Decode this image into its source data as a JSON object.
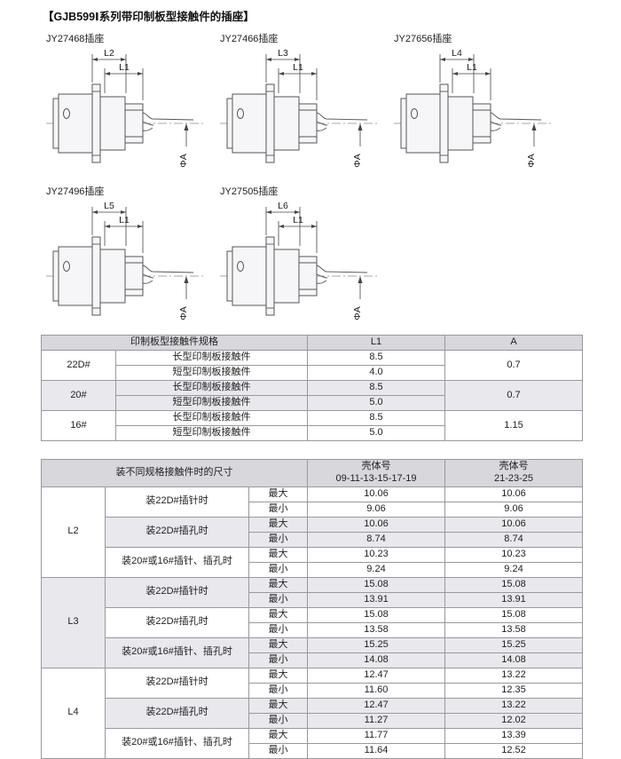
{
  "page": {
    "title": "【GJB599Ⅰ系列带印制板型接触件的插座】"
  },
  "diagrams": [
    {
      "label": "JY27468插座",
      "dim_outer": "L2",
      "dim_inner": "L1",
      "phi": "ΦA"
    },
    {
      "label": "JY27466插座",
      "dim_outer": "L3",
      "dim_inner": "L1",
      "phi": "ΦA"
    },
    {
      "label": "JY27656插座",
      "dim_outer": "L4",
      "dim_inner": "L1",
      "phi": "ΦA"
    },
    {
      "label": "JY27496插座",
      "dim_outer": "L5",
      "dim_inner": "L1",
      "phi": "ΦA"
    },
    {
      "label": "JY27505插座",
      "dim_outer": "L6",
      "dim_inner": "L1",
      "phi": "ΦA"
    }
  ],
  "spec_table": {
    "headers": {
      "spec": "印制板型接触件规格",
      "l1": "L1",
      "a": "A"
    },
    "groups": [
      {
        "size": "22D#",
        "a": "0.7",
        "rows": [
          {
            "type": "长型印制板接触件",
            "l1": "8.5"
          },
          {
            "type": "短型印制板接触件",
            "l1": "4.0"
          }
        ]
      },
      {
        "size": "20#",
        "a": "0.7",
        "rows": [
          {
            "type": "长型印制板接触件",
            "l1": "8.5"
          },
          {
            "type": "短型印制板接触件",
            "l1": "5.0"
          }
        ]
      },
      {
        "size": "16#",
        "a": "1.15",
        "rows": [
          {
            "type": "长型印制板接触件",
            "l1": "8.5"
          },
          {
            "type": "短型印制板接触件",
            "l1": "5.0"
          }
        ]
      }
    ]
  },
  "dim_table": {
    "headers": {
      "title": "装不同规格接触件时的尺寸",
      "shell_a_line1": "壳体号",
      "shell_a_line2": "09-11-13-15-17-19",
      "shell_b_line1": "壳体号",
      "shell_b_line2": "21-23-25"
    },
    "max_label": "最大",
    "min_label": "最小",
    "groups": [
      {
        "dim": "L2",
        "subgroups": [
          {
            "label": "装22D#插针时",
            "max": [
              "10.06",
              "10.06"
            ],
            "min": [
              "9.06",
              "9.06"
            ]
          },
          {
            "label": "装22D#插孔时",
            "max": [
              "10.06",
              "10.06"
            ],
            "min": [
              "8.74",
              "8.74"
            ]
          },
          {
            "label": "装20#或16#插针、插孔时",
            "max": [
              "10.23",
              "10.23"
            ],
            "min": [
              "9.24",
              "9.24"
            ]
          }
        ]
      },
      {
        "dim": "L3",
        "subgroups": [
          {
            "label": "装22D#插针时",
            "max": [
              "15.08",
              "15.08"
            ],
            "min": [
              "13.91",
              "13.91"
            ]
          },
          {
            "label": "装22D#插孔时",
            "max": [
              "15.08",
              "15.08"
            ],
            "min": [
              "13.58",
              "13.58"
            ]
          },
          {
            "label": "装20#或16#插针、插孔时",
            "max": [
              "15.25",
              "15.25"
            ],
            "min": [
              "14.08",
              "14.08"
            ]
          }
        ]
      },
      {
        "dim": "L4",
        "subgroups": [
          {
            "label": "装22D#插针时",
            "max": [
              "12.47",
              "13.22"
            ],
            "min": [
              "11.60",
              "12.35"
            ]
          },
          {
            "label": "装22D#插孔时",
            "max": [
              "12.47",
              "13.22"
            ],
            "min": [
              "11.27",
              "12.02"
            ]
          },
          {
            "label": "装20#或16#插针、插孔时",
            "max": [
              "11.77",
              "13.39"
            ],
            "min": [
              "11.64",
              "12.52"
            ]
          }
        ]
      }
    ]
  }
}
